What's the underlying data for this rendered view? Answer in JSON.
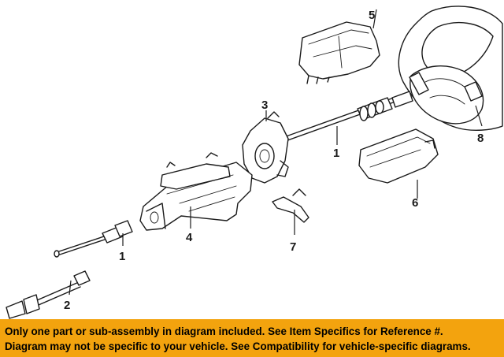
{
  "callouts": [
    {
      "id": "1a",
      "label": "1"
    },
    {
      "id": "1b",
      "label": "1"
    },
    {
      "id": "2",
      "label": "2"
    },
    {
      "id": "3",
      "label": "3"
    },
    {
      "id": "4",
      "label": "4"
    },
    {
      "id": "5",
      "label": "5"
    },
    {
      "id": "6",
      "label": "6"
    },
    {
      "id": "7",
      "label": "7"
    },
    {
      "id": "8",
      "label": "8"
    }
  ],
  "footer": {
    "line1": "Only one part or sub-assembly in diagram included. See Item Specifics for Reference #.",
    "line2": "Diagram may not be specific to your vehicle. See Compatibility for vehicle-specific diagrams.",
    "background": "#f3a30e"
  }
}
